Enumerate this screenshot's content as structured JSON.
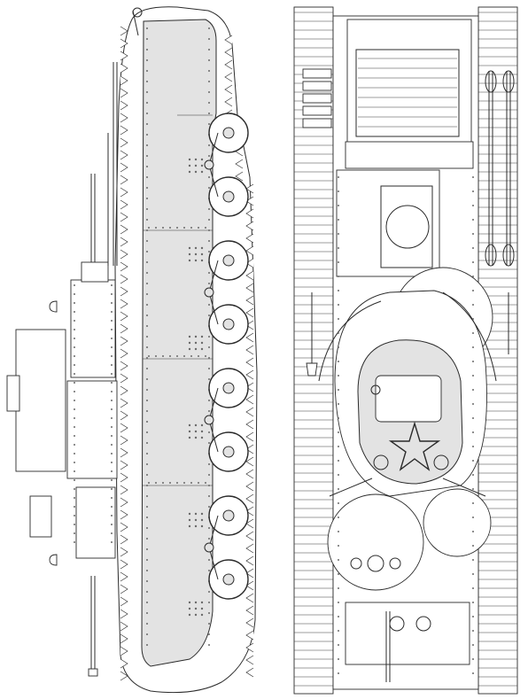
{
  "drawing": {
    "side_view": {
      "road_wheels": 8,
      "bogie_pairs": 4
    },
    "top_view": {
      "hatches": 3,
      "tow_cables": 2
    }
  },
  "colors": {
    "line": "#2b2b2b",
    "hull_fill": "#e3e3e3",
    "paper": "#ffffff"
  }
}
